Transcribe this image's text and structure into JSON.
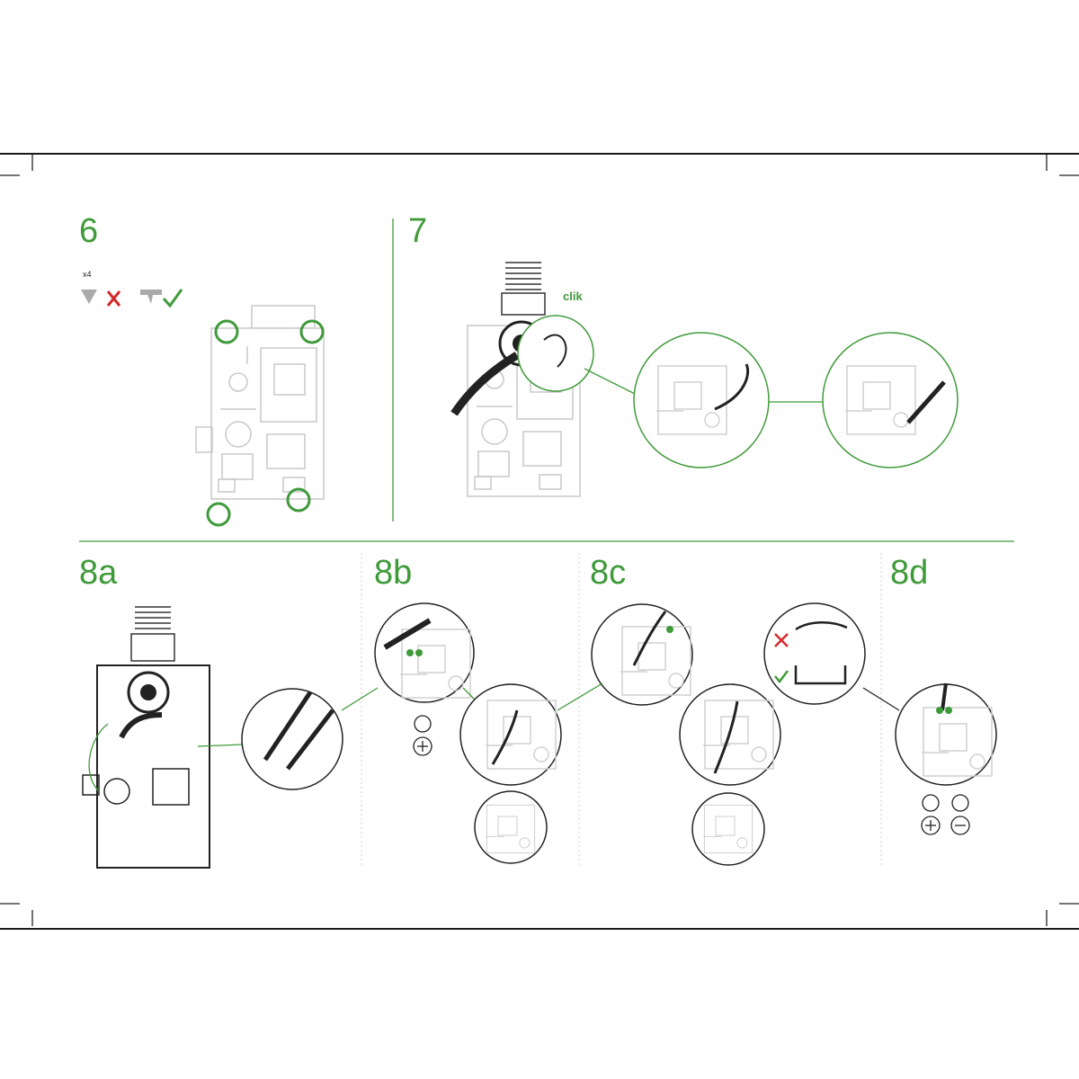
{
  "steps": {
    "s6": "6",
    "s7": "7",
    "s8a": "8a",
    "s8b": "8b",
    "s8c": "8c",
    "s8d": "8d"
  },
  "step6": {
    "quantity": "x4"
  },
  "step7": {
    "sound_label": "clik"
  },
  "colors": {
    "accent_green": "#3f9a3a",
    "error_red": "#d32a2a",
    "line_art": "#c8c8c8",
    "ink": "#1a1a1a"
  },
  "icons": [
    "screw-icon",
    "cross-mark-icon",
    "check-mark-icon",
    "rotate-icon",
    "plus-icon",
    "minus-icon"
  ]
}
